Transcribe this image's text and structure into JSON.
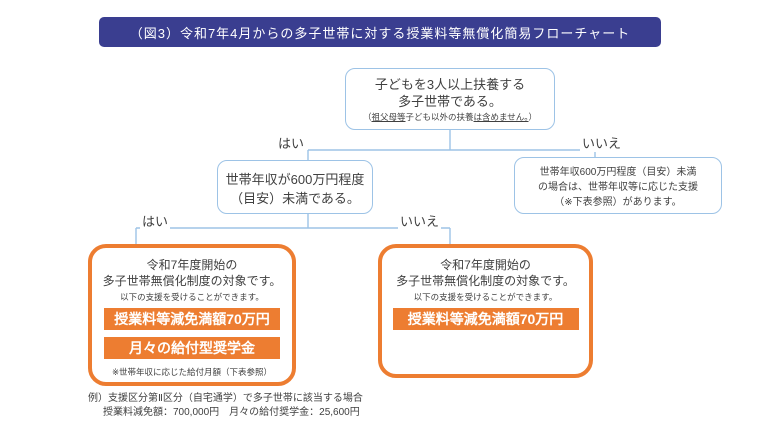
{
  "title": "（図3）令和7年4月からの多子世帯に対する授業料等無償化簡易フローチャート",
  "colors": {
    "title_bg": "#3A3E90",
    "connector_blue": "#9DC3E6",
    "accent_orange": "#ED7D31",
    "text": "#404040"
  },
  "top_box": {
    "line1": "子どもを3人以上扶養する",
    "line2": "多子世帯である。",
    "note_open": "（",
    "note_u1": "祖父母等",
    "note_mid": "子ども以外の扶養",
    "note_u2": "は含めません。",
    "note_close": "）"
  },
  "branch1": {
    "yes": "はい",
    "no": "いいえ"
  },
  "income_box": {
    "line1": "世帯年収が600万円程度",
    "line2": "（目安）未満である。"
  },
  "no_branch_box": {
    "line1": "世帯年収600万円程度（目安）未満",
    "line2": "の場合は、世帯年収等に応じた支援",
    "line3": "（※下表参照）があります。"
  },
  "branch2": {
    "yes": "はい",
    "no": "いいえ"
  },
  "result_left": {
    "line1": "令和7年度開始の",
    "line2": "多子世帯無償化制度の対象です。",
    "line3": "以下の支援を受けることができます。",
    "banner1": "授業料等減免満額70万円",
    "banner2": "月々の給付型奨学金",
    "note": "※世帯年収に応じた給付月額（下表参照）"
  },
  "result_right": {
    "line1": "令和7年度開始の",
    "line2": "多子世帯無償化制度の対象です。",
    "line3": "以下の支援を受けることができます。",
    "banner1": "授業料等減免満額70万円"
  },
  "footer": {
    "line1": "例）支援区分第Ⅱ区分（自宅通学）で多子世帯に該当する場合",
    "line2": "授業料減免額：700,000円　月々の給付奨学金：25,600円"
  }
}
